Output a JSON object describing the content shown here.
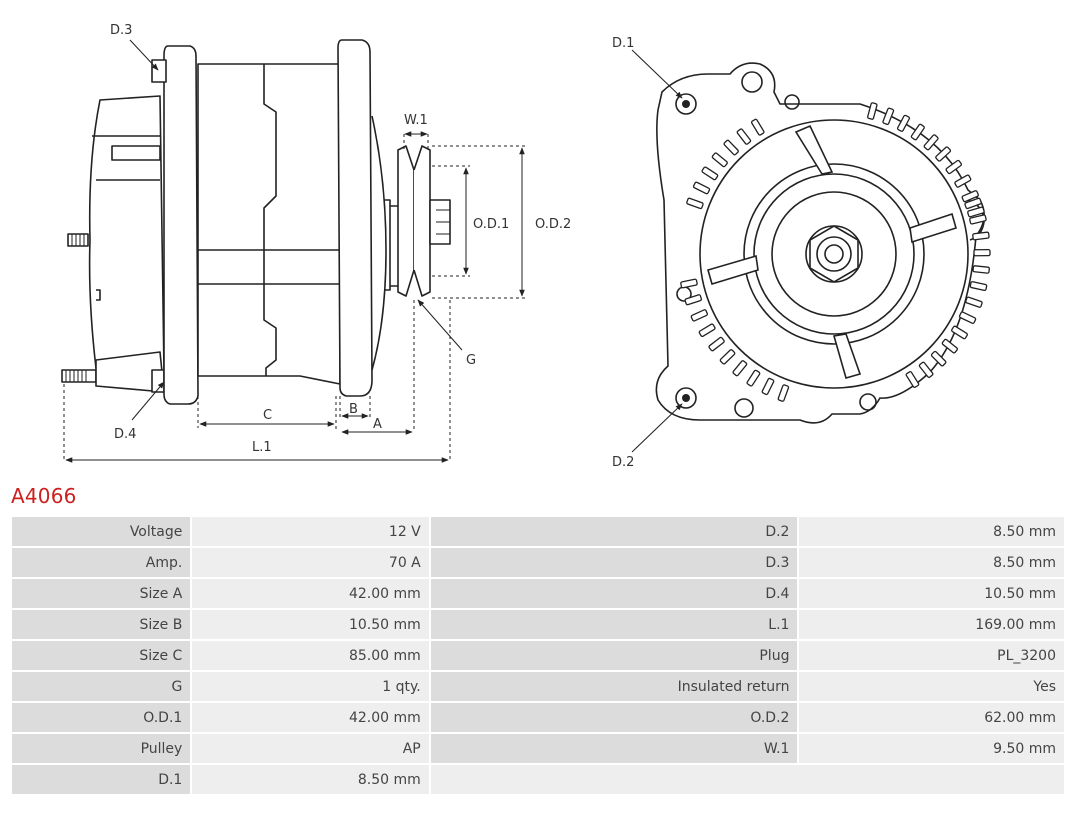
{
  "drawing": {
    "labels": {
      "d3": "D.3",
      "d4": "D.4",
      "w1": "W.1",
      "od1": "O.D.1",
      "od2": "O.D.2",
      "g": "G",
      "c": "C",
      "b": "B",
      "a": "A",
      "l1": "L.1",
      "d1": "D.1",
      "d2": "D.2"
    }
  },
  "product": {
    "code": "A4066"
  },
  "specs": {
    "rows": [
      [
        {
          "k": "Voltage",
          "v": "12 V"
        },
        {
          "k": "D.2",
          "v": "8.50 mm"
        }
      ],
      [
        {
          "k": "Amp.",
          "v": "70 A"
        },
        {
          "k": "D.3",
          "v": "8.50 mm"
        }
      ],
      [
        {
          "k": "Size A",
          "v": "42.00 mm"
        },
        {
          "k": "D.4",
          "v": "10.50 mm"
        }
      ],
      [
        {
          "k": "Size B",
          "v": "10.50 mm"
        },
        {
          "k": "L.1",
          "v": "169.00 mm"
        }
      ],
      [
        {
          "k": "Size C",
          "v": "85.00 mm"
        },
        {
          "k": "Plug",
          "v": "PL_3200"
        }
      ],
      [
        {
          "k": "G",
          "v": "1 qty."
        },
        {
          "k": "Insulated return",
          "v": "Yes"
        }
      ],
      [
        {
          "k": "O.D.1",
          "v": "42.00 mm"
        },
        {
          "k": "O.D.2",
          "v": "62.00 mm"
        }
      ],
      [
        {
          "k": "Pulley",
          "v": "AP"
        },
        {
          "k": "W.1",
          "v": "9.50 mm"
        }
      ],
      [
        {
          "k": "D.1",
          "v": "8.50 mm"
        },
        {
          "k": "",
          "v": ""
        }
      ]
    ]
  }
}
